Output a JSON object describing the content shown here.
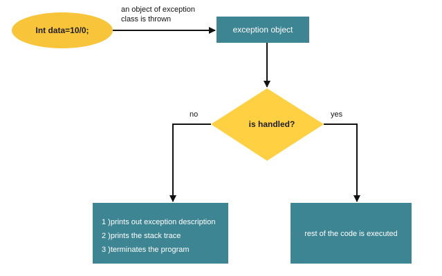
{
  "colors": {
    "start_fill": "#f8c53a",
    "process_fill": "#3e8594",
    "decision_fill": "#ffd142",
    "line": "#111111",
    "text_on_teal": "#ffffff",
    "text_dark": "#1e1e1e"
  },
  "flowchart": {
    "start_node": {
      "text": "Int data=10/0;"
    },
    "throw_edge": {
      "label_line_1": "an object of exception",
      "label_line_2": "class is thrown"
    },
    "exception_node": {
      "text": "exception object"
    },
    "decision_node": {
      "text": "is handled?"
    },
    "branch_no": {
      "label": "no"
    },
    "branch_yes": {
      "label": "yes"
    },
    "unhandled_node": {
      "lines": [
        "1 )prints out exception description",
        "2 )prints the stack trace",
        "3 )terminates the program"
      ]
    },
    "handled_node": {
      "text": "rest of the code is executed"
    }
  }
}
